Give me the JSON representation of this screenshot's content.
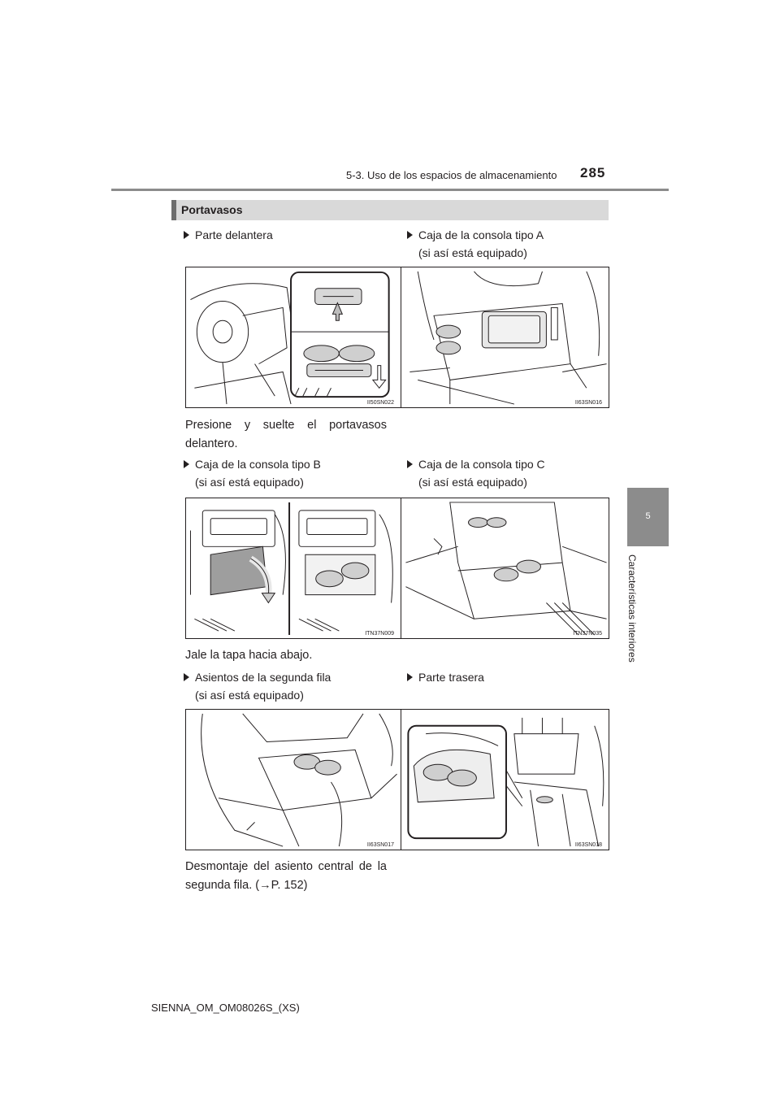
{
  "header": {
    "section": "5-3. Uso de los espacios de almacenamiento",
    "page_number": "285"
  },
  "side_tab": {
    "number": "5",
    "label": "Características interiores"
  },
  "section": {
    "title": "Portavasos"
  },
  "items": [
    {
      "label_line1": "Parte delantera",
      "label_line2": "",
      "code": "II50SN022"
    },
    {
      "label_line1": "Caja de la consola tipo A",
      "label_line2": "(si así está equipado)",
      "code": "II63SN016"
    },
    {
      "label_line1": "Caja de la consola tipo B",
      "label_line2": "(si así está equipado)",
      "code": "ITN37N009"
    },
    {
      "label_line1": "Caja de la consola tipo C",
      "label_line2": "(si así está equipado)",
      "code": "ITN37N035"
    },
    {
      "label_line1": "Asientos de la segunda fila",
      "label_line2": "(si así está equipado)",
      "code": "II63SN017"
    },
    {
      "label_line1": "Parte trasera",
      "label_line2": "",
      "code": "II63SN018"
    }
  ],
  "captions": {
    "front_line1": "Presione y suelte el portavasos",
    "front_line2": "delantero.",
    "typeb": "Jale la tapa hacia abajo.",
    "second_row_line1": "Desmontaje del asiento central de la",
    "second_row_line2": "segunda fila. (→P. 152)"
  },
  "footer": {
    "doc_id": "SIENNA_OM_OM08026S_(XS)"
  }
}
